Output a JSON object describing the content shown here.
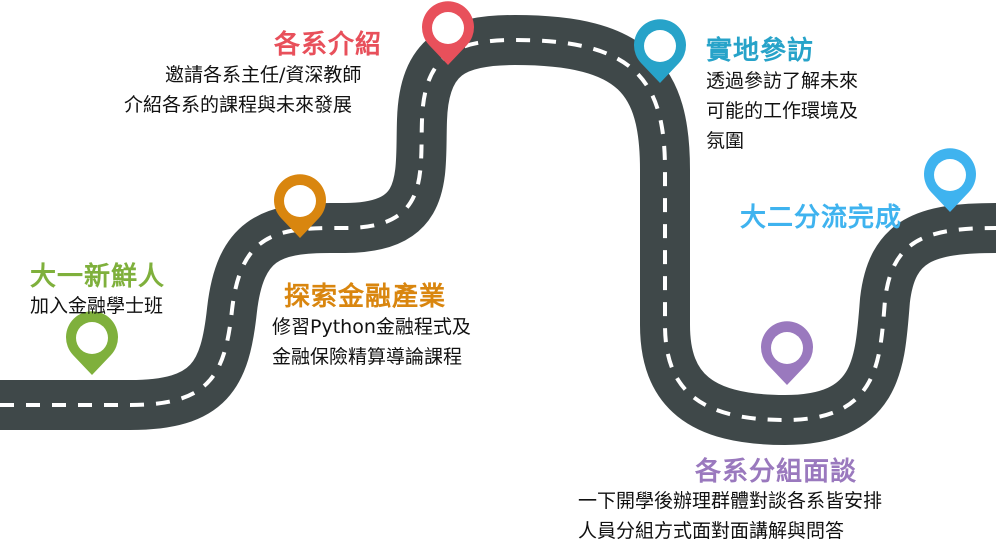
{
  "colors": {
    "road": "#3f4849",
    "dash": "#ffffff",
    "green": "#7fb03c",
    "orange": "#d9860f",
    "red": "#e8505b",
    "teal": "#27a3c9",
    "sky": "#3fb3ef",
    "purple": "#9a79be"
  },
  "milestones": [
    {
      "key": "freshman",
      "title": "大一新鮮人",
      "color": "green",
      "icon": "map-pin-icon",
      "lines": [
        "加入金融學士班"
      ]
    },
    {
      "key": "explore",
      "title": "探索金融產業",
      "color": "orange",
      "icon": "map-pin-icon",
      "lines": [
        "修習Python金融程式及",
        "金融保險精算導論課程"
      ]
    },
    {
      "key": "intro",
      "title": "各系介紹",
      "color": "red",
      "icon": "map-pin-icon",
      "lines": [
        "邀請各系主任/資深教師",
        "介紹各系的課程與未來發展"
      ]
    },
    {
      "key": "visit",
      "title": "實地參訪",
      "color": "teal",
      "icon": "map-pin-icon",
      "lines": [
        "透過參訪了解未來",
        "可能的工作環境及",
        "氛圍"
      ]
    },
    {
      "key": "interview",
      "title": "各系分組面談",
      "color": "purple",
      "icon": "map-pin-icon",
      "lines": [
        "一下開學後辦理群體對談各系皆安排",
        "人員分組方式面對面講解與問答"
      ]
    },
    {
      "key": "done",
      "title": "大二分流完成",
      "color": "sky",
      "icon": "map-pin-icon",
      "lines": []
    }
  ]
}
